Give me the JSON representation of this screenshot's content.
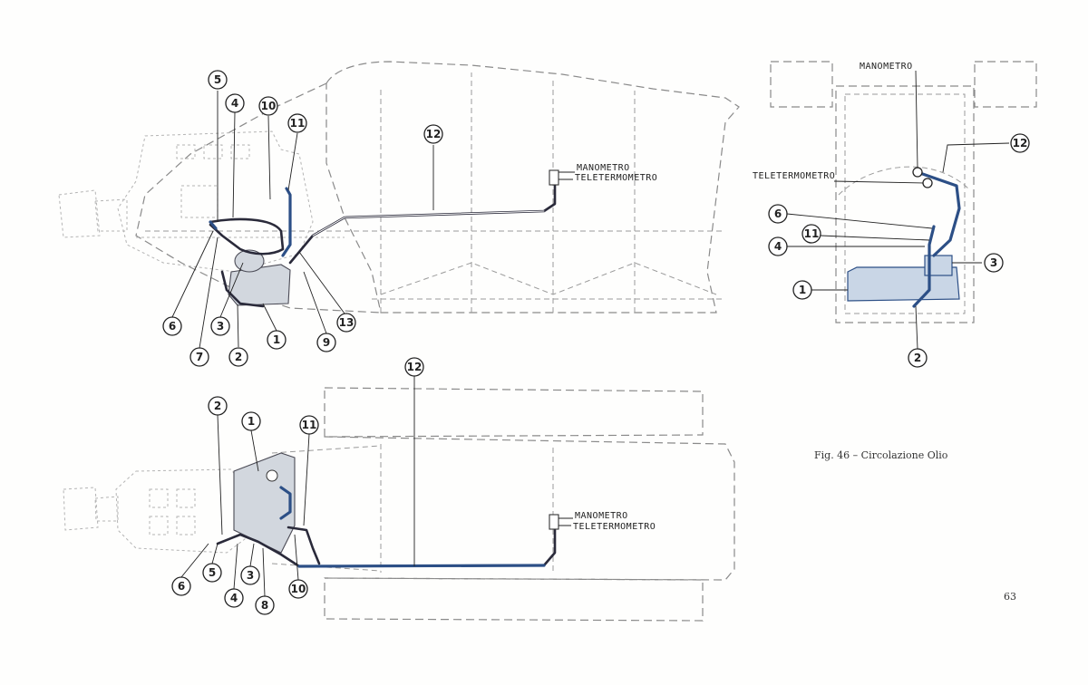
{
  "figure": {
    "caption": "Fig. 46 – Circolazione Olio",
    "page_number": "63"
  },
  "labels": {
    "manometro": "MANOMETRO",
    "teletermometro": "TELETERMOMETRO"
  },
  "side_view": {
    "callouts": [
      "1",
      "2",
      "3",
      "4",
      "5",
      "6",
      "7",
      "9",
      "10",
      "11",
      "12",
      "13"
    ]
  },
  "rear_view": {
    "callouts": [
      "1",
      "2",
      "3",
      "4",
      "6",
      "11",
      "12"
    ]
  },
  "top_view": {
    "callouts": [
      "1",
      "2",
      "3",
      "4",
      "5",
      "6",
      "8",
      "10",
      "11",
      "12"
    ]
  },
  "colors": {
    "oil_line": "#2c4f86",
    "outline": "#8a8a8a"
  }
}
